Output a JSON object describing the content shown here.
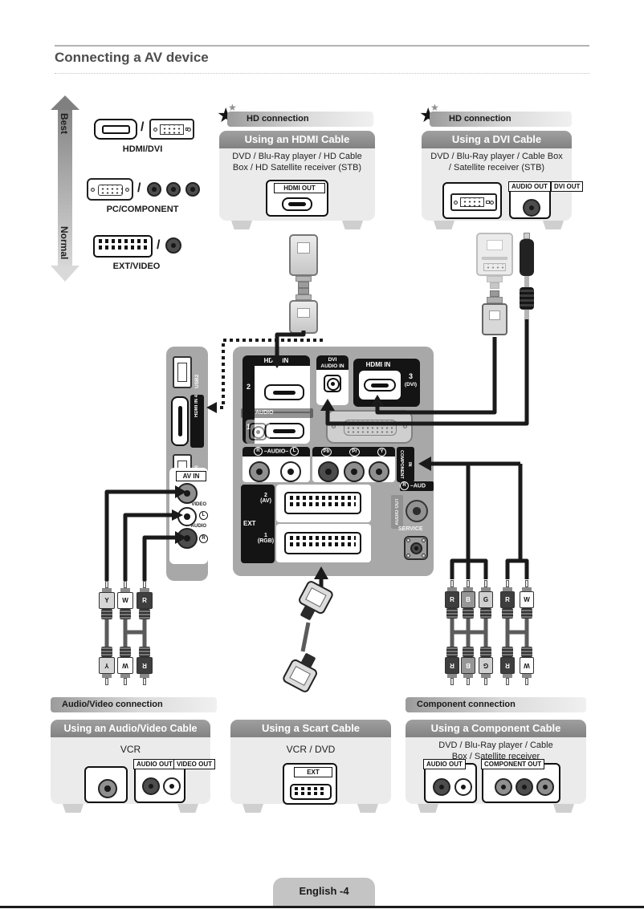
{
  "ui": {
    "slash": "/",
    "star": "★"
  },
  "page": {
    "title": "Connecting a AV device",
    "footer": "English -4"
  },
  "quality": {
    "best": "Best",
    "normal": "Normal"
  },
  "source_icons": {
    "hdmi_dvi": "HDMI/DVI",
    "pc_component": "PC/COMPONENT",
    "ext_video": "EXT/VIDEO"
  },
  "badges": {
    "hd": "HD connection",
    "av": "Audio/Video connection",
    "component": "Component connection"
  },
  "boxes": {
    "hdmi": {
      "title": "Using an HDMI Cable",
      "line1": "DVD / Blu-Ray player / HD Cable",
      "line2": "Box / HD Satellite receiver (STB)",
      "port": "HDMI OUT"
    },
    "dvi": {
      "title": "Using a DVI Cable",
      "line1": "DVD / Blu-Ray player / Cable Box",
      "line2": "/ Satellite receiver (STB)",
      "audio_tag": "AUDIO OUT",
      "dvi_tag": "DVI OUT"
    },
    "av": {
      "title": "Using an Audio/Video Cable",
      "device": "VCR",
      "audio_tag": "AUDIO OUT",
      "video_tag": "VIDEO OUT"
    },
    "scart": {
      "title": "Using a Scart Cable",
      "device": "VCR / DVD",
      "ext_tag": "EXT"
    },
    "component": {
      "title": "Using a Component Cable",
      "line1": "DVD / Blu-Ray player / Cable",
      "line2": "Box / Satellite receiver",
      "audio_tag": "AUDIO OUT",
      "component_tag": "COMPONENT OUT"
    }
  },
  "side_panel": {
    "usb2": "USB2",
    "hdmi4": "HDMI IN 4",
    "usb1": "USB1 (HDD)",
    "av_in": "AV IN",
    "video": "VIDEO",
    "audio": "AUDIO",
    "l": "L",
    "r": "R"
  },
  "rear_panel": {
    "hdmi_in": "HDMI IN",
    "port2": "2",
    "port1": "1",
    "dvi_line1": "DVI",
    "dvi_line2": "AUDIO IN",
    "hdmi_in3": "HDMI IN",
    "port3": "3",
    "port3b": "(DVI)",
    "audio_dim": "AUDIO",
    "audio_r": "R",
    "audio_label": "–AUDIO–",
    "audio_l": "L",
    "pb": "Pb",
    "pr": "Pr",
    "y": "Y",
    "component_in_1": "COMPONENT",
    "component_in_2": "IN",
    "ext": "EXT",
    "ext2": "2",
    "ext2b": "(AV)",
    "ext1": "1",
    "ext1b": "(RGB)",
    "audio_out_strip_r": "R",
    "audio_out_strip": "–AUD",
    "audio_out": "AUDIO OUT",
    "service": "SERVICE"
  },
  "cables": {
    "av": [
      "Y",
      "W",
      "R"
    ],
    "component_video": [
      "R",
      "B",
      "G"
    ],
    "component_audio": [
      "R",
      "W"
    ]
  }
}
